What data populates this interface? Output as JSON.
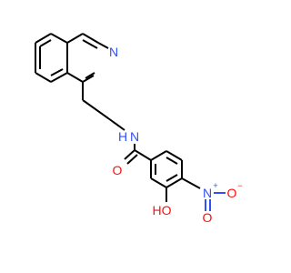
{
  "colors": {
    "bond": "#000000",
    "nitrogen": "#3050F8",
    "oxygen": "#FF0D0D",
    "background": "#ffffff"
  },
  "atoms": {
    "n_ring": "N",
    "n_amide": "N",
    "h_amide": "H",
    "o_carbonyl": "O",
    "n_nitro": "N",
    "n_nitro_charge": "+",
    "o_nitro_minus": "O",
    "o_nitro_minus_charge": "−",
    "o_nitro": "O",
    "o_hydroxy": "O",
    "h_hydroxy": "HO"
  }
}
